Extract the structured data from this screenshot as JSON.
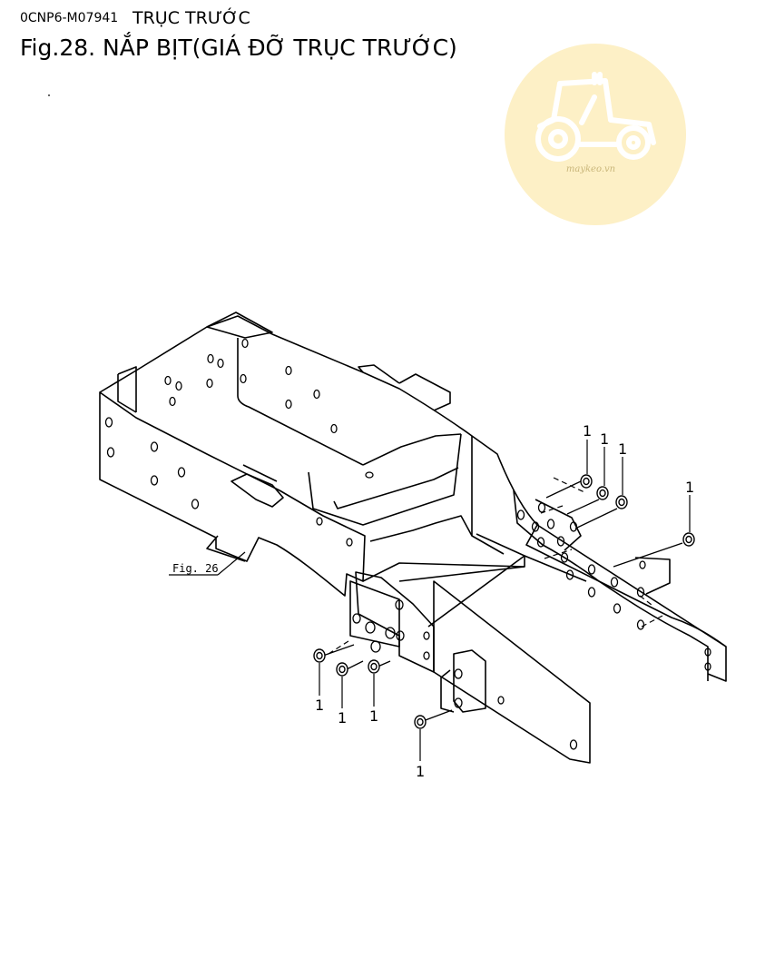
{
  "header": {
    "code": "0CNP6-M07941",
    "section": "TRỤC TRƯỚC",
    "title": "Fig.28.  NẮP BỊT(GIÁ ĐỠ TRỤC TRƯỚC)"
  },
  "watermark": {
    "text": "maykeo.vn",
    "icon": "tractor-icon",
    "color": "#fdf0c6"
  },
  "diagram": {
    "ref_label": "Fig. 26",
    "part_labels": [
      "1",
      "1",
      "1",
      "1",
      "1",
      "1",
      "1",
      "1"
    ]
  }
}
